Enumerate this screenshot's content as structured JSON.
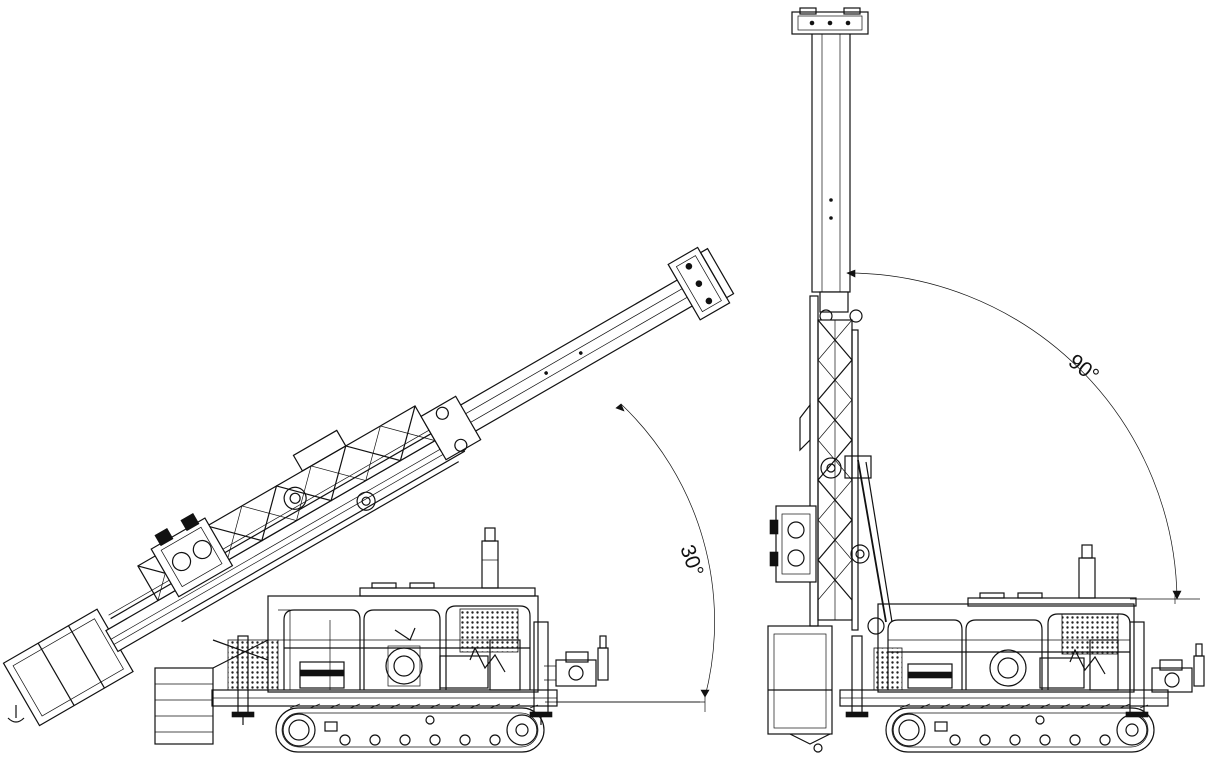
{
  "diagram": {
    "views": [
      {
        "id": "mast-30",
        "angle_label": "30°"
      },
      {
        "id": "mast-90",
        "angle_label": "90°"
      }
    ],
    "colors": {
      "line": "#111111",
      "background": "#ffffff"
    }
  }
}
